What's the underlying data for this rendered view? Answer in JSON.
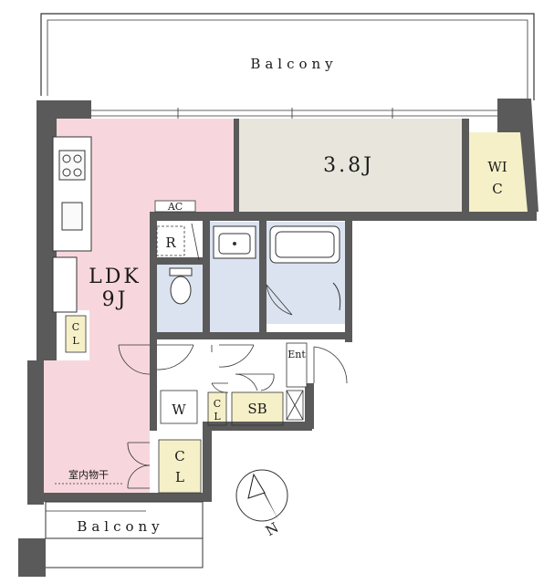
{
  "rooms": {
    "balcony_top": "Balcony",
    "balcony_bottom": "Balcony",
    "ldk_line1": "LDK",
    "ldk_line2": "9J",
    "bedroom": "3.8J",
    "wic_line1": "WI",
    "wic_line2": "C",
    "ac": "AC",
    "refrigerator": "R",
    "cl_small_line1": "C",
    "cl_small_line2": "L",
    "washer": "W",
    "cl_mid_line1": "C",
    "cl_mid_line2": "L",
    "shoebox": "SB",
    "entrance": "Ent",
    "cl_large_line1": "C",
    "cl_large_line2": "L",
    "indoor_drying": "室内物干"
  },
  "compass": {
    "label": "N"
  },
  "colors": {
    "wall": "#5a5a5a",
    "ldk": "#f7d7dd",
    "bedroom": "#e8e6dc",
    "wet": "#dbe3f0",
    "closet": "#f5f0c8",
    "line": "#333333"
  }
}
